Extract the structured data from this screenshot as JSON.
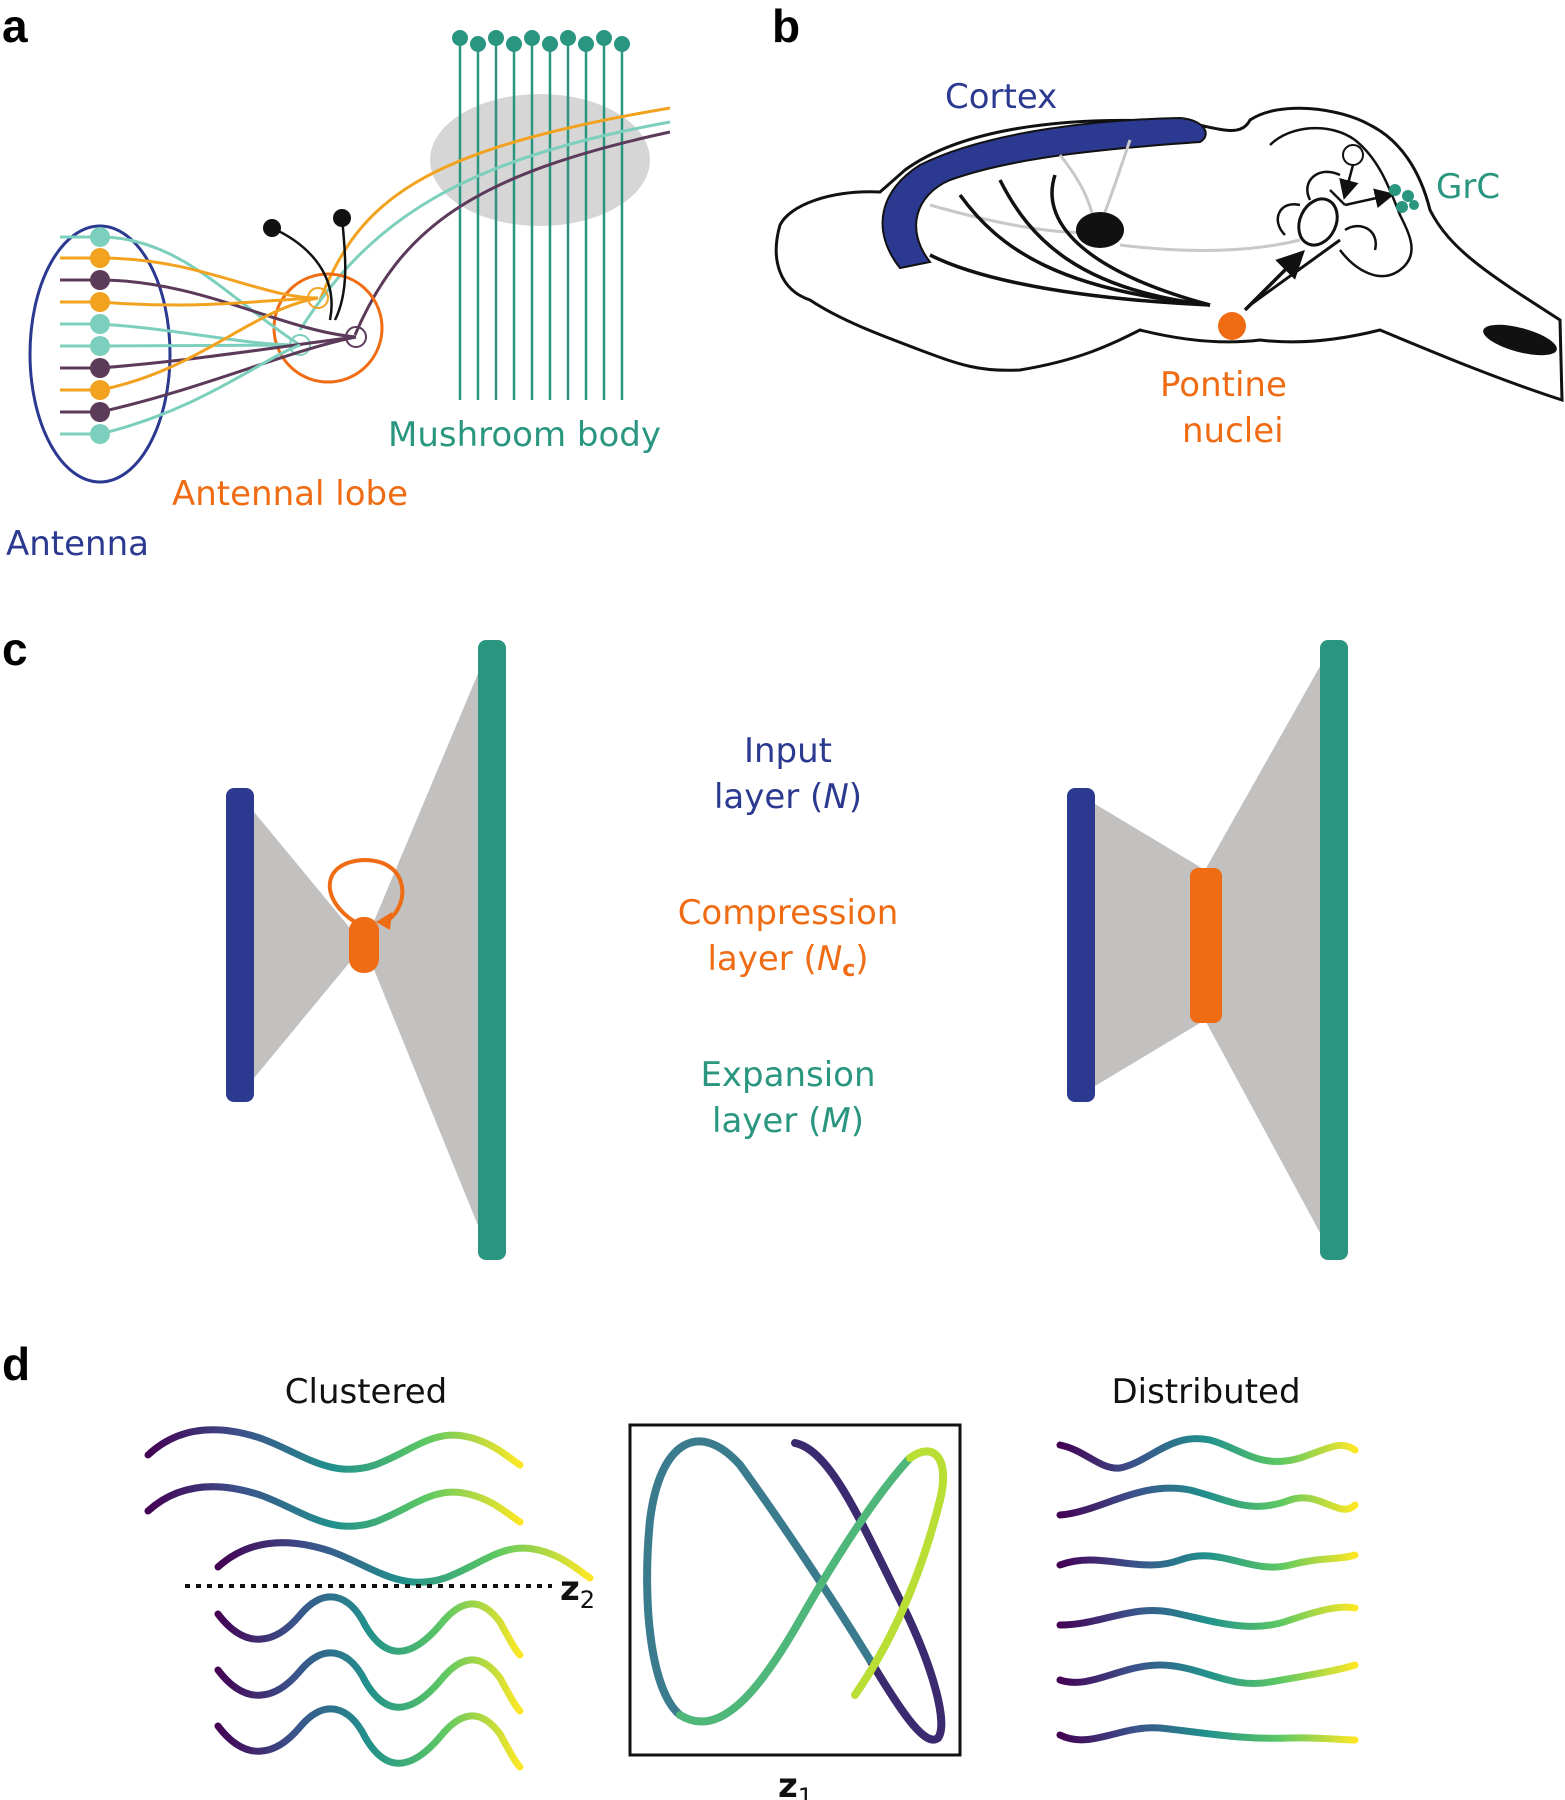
{
  "panels": {
    "a": {
      "letter": "a",
      "labels": {
        "antenna": "Antenna",
        "antennal_lobe": "Antennal lobe",
        "mushroom_body": "Mushroom body"
      }
    },
    "b": {
      "letter": "b",
      "labels": {
        "cortex": "Cortex",
        "grc": "GrC",
        "pontine_1": "Pontine",
        "pontine_2": "nuclei"
      }
    },
    "c": {
      "letter": "c",
      "labels": {
        "input_1": "Input",
        "input_2": "layer (",
        "input_var": "N",
        "input_3": ")",
        "compression_1": "Compression",
        "compression_2": "layer (",
        "compression_var": "N",
        "compression_sub": "c",
        "compression_3": ")",
        "expansion_1": "Expansion",
        "expansion_2": "layer (",
        "expansion_var": "M",
        "expansion_3": ")"
      }
    },
    "d": {
      "letter": "d",
      "labels": {
        "clustered": "Clustered",
        "distributed": "Distributed",
        "z2": "z",
        "z2_sub": "2",
        "z1": "z",
        "z1_sub": "1"
      }
    }
  },
  "colors": {
    "input_blue": "#2b3990",
    "compression_orange": "#ef6c14",
    "expansion_teal": "#2a9680",
    "cone_gray": "#c3c1c0",
    "antenna_orange": "#f2a21e",
    "antenna_cyan": "#7dcfbd",
    "antenna_purple": "#5b3a5a",
    "viridis": [
      "#440154",
      "#3b528b",
      "#21918c",
      "#5ec962",
      "#fde725"
    ]
  }
}
